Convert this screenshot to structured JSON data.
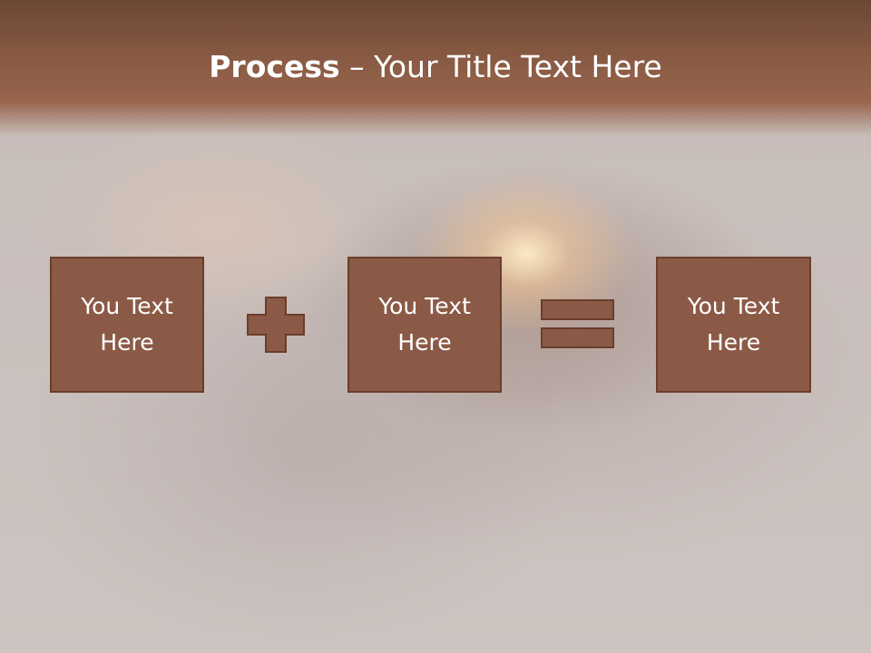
{
  "slide": {
    "title_bold": "Process",
    "title_rest": " – Your Title Text Here",
    "boxes": [
      {
        "line1": "You Text",
        "line2": "Here"
      },
      {
        "line1": "You Text",
        "line2": "Here"
      },
      {
        "line1": "You Text",
        "line2": "Here"
      }
    ],
    "operators": [
      "plus-icon",
      "equals-icon"
    ]
  },
  "colors": {
    "header": "#8a5b44",
    "box_fill": "#8b5a46",
    "box_border": "#6a3e2c",
    "text": "#ffffff"
  }
}
